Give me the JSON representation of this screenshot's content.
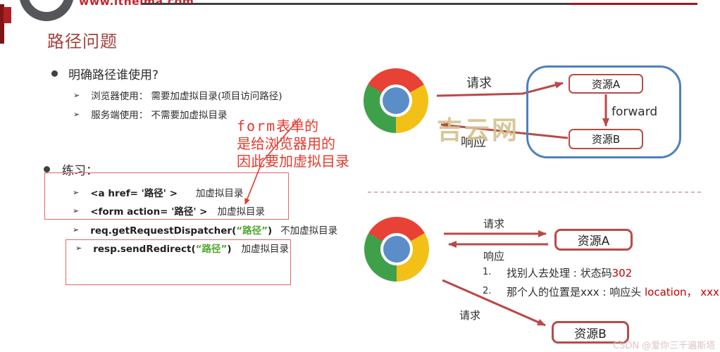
{
  "header": {
    "site_url": "www.itheima.com"
  },
  "slide": {
    "title": "路径问题",
    "section1": {
      "heading": "明确路径谁使用?",
      "items": [
        "浏览器使用： 需要加虚拟目录(项目访问路径)",
        "服务端使用： 不需要加虚拟目录"
      ]
    },
    "section2": {
      "heading": "练习：",
      "items": [
        {
          "code": "<a href= '路径' >",
          "note": "加虚拟目录"
        },
        {
          "code": "<form action= '路径' >",
          "note": "加虚拟目录"
        },
        {
          "pre": "req.getRequestDispatcher(",
          "path": "“路径”",
          "post": ")",
          "note": "不加虚拟目录"
        },
        {
          "pre": "resp.sendRedirect(",
          "path": "“路径”",
          "post": ")",
          "note": "加虚拟目录"
        }
      ]
    },
    "annotation": {
      "line1_code": "form",
      "line1_rest": "表单的",
      "line2": "是给浏览器用的",
      "line3": "因此要加虚拟目录"
    }
  },
  "diagram_forward": {
    "request_label": "请求",
    "response_label": "响应",
    "forward_label": "forward",
    "resource_a": "资源A",
    "resource_b": "资源B",
    "watermark": "吉云网"
  },
  "diagram_redirect": {
    "request_label": "请求",
    "response_label": "响应",
    "request_label_2": "请求",
    "resource_a": "资源A",
    "resource_b": "资源B",
    "steps": [
      {
        "num": "1.",
        "text": "找别人去处理 : 状态码",
        "highlight": "302"
      },
      {
        "num": "2.",
        "text": "那个人的位置是xxx : 响应头 ",
        "highlight": "location， xxx"
      }
    ]
  },
  "footer": {
    "watermark": "CSDN @爱你三千遍斯塔克"
  },
  "glyphs": {
    "bullet": "●",
    "arrow": "➢"
  },
  "colors": {
    "accent_red": "#b94a48",
    "bright_red": "#e23b2e",
    "title_red": "#a5413b",
    "blue": "#4f81bd",
    "green": "#4ea72e",
    "highlight_red": "#c00000"
  }
}
